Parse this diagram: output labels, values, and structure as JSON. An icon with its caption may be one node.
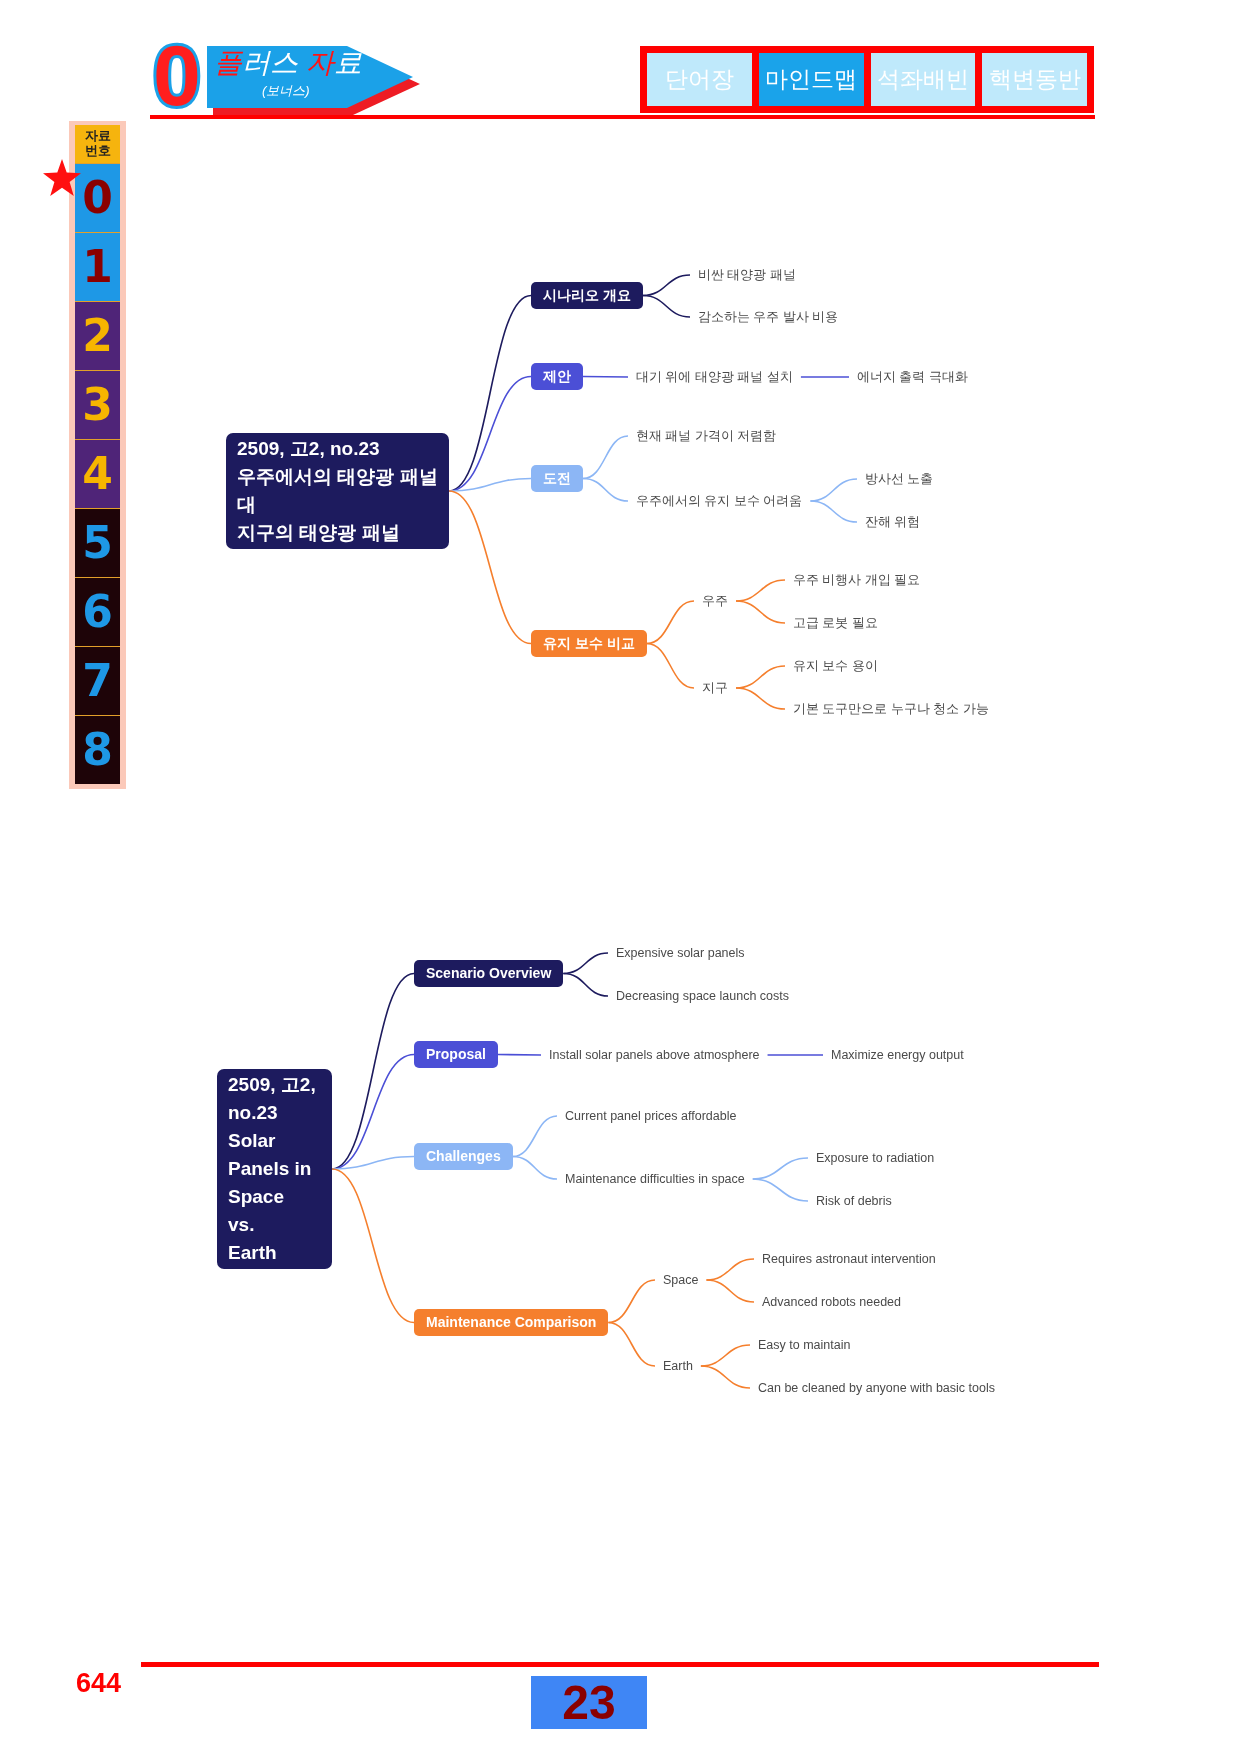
{
  "diagram": {
    "nodes": [
      {
        "text": [
          "2509, 고2, no.23",
          "우주에서의 태양광 패널",
          "대",
          "지구의 태양광 패널"
        ]
      },
      {
        "text": [
          "시나리오 개요"
        ]
      },
      {
        "text": [
          "비싼 태양광 패널"
        ]
      },
      {
        "text": [
          "감소하는 우주 발사 비용"
        ]
      },
      {
        "text": [
          "제안"
        ]
      },
      {
        "text": [
          "대기 위에 태양광 패널 설치"
        ]
      },
      {
        "text": [
          "에너지 출력 극대화"
        ]
      },
      {
        "text": [
          "도전"
        ]
      },
      {
        "text": [
          "현재 패널 가격이 저렴함"
        ]
      },
      {
        "text": [
          "우주에서의 유지 보수 어려움"
        ]
      },
      {
        "text": [
          "방사선 노출"
        ]
      },
      {
        "text": [
          "잔해 위험"
        ]
      },
      {
        "text": [
          "유지 보수 비교"
        ]
      },
      {
        "text": [
          "우주"
        ]
      },
      {
        "text": [
          "우주 비행사 개입 필요"
        ]
      },
      {
        "text": [
          "고급 로봇 필요"
        ]
      },
      {
        "text": [
          "지구"
        ]
      },
      {
        "text": [
          "유지 보수 용이"
        ]
      },
      {
        "text": [
          "기본 도구만으로 누구나 청소 가능"
        ]
      },
      {
        "text": [
          "2509, 고2, no.23",
          "Solar Panels in Space",
          "vs.",
          "Earth"
        ]
      },
      {
        "text": [
          "Scenario Overview"
        ]
      },
      {
        "text": [
          "Expensive solar panels"
        ]
      },
      {
        "text": [
          "Decreasing space launch costs"
        ]
      },
      {
        "text": [
          "Proposal"
        ]
      },
      {
        "text": [
          "Install solar panels above atmosphere"
        ]
      },
      {
        "text": [
          "Maximize energy output"
        ]
      },
      {
        "text": [
          "Challenges"
        ]
      },
      {
        "text": [
          "Current panel prices affordable"
        ]
      },
      {
        "text": [
          "Maintenance difficulties in space"
        ]
      },
      {
        "text": [
          "Exposure to radiation"
        ]
      },
      {
        "text": [
          "Risk of debris"
        ]
      },
      {
        "text": [
          "Maintenance Comparison"
        ]
      },
      {
        "text": [
          "Space"
        ]
      },
      {
        "text": [
          "Requires astronaut intervention"
        ]
      },
      {
        "text": [
          "Advanced robots needed"
        ]
      },
      {
        "text": [
          "Earth"
        ]
      },
      {
        "text": [
          "Easy to maintain"
        ]
      },
      {
        "text": [
          "Can be cleaned by anyone with basic tools"
        ]
      }
    ],
    "edges": [
      {
        "from": 0,
        "to": 1,
        "arrow": "none",
        "color": "#1d1b5e"
      },
      {
        "from": 0,
        "to": 4,
        "arrow": "none",
        "color": "#4b4fd6"
      },
      {
        "from": 0,
        "to": 7,
        "arrow": "none",
        "color": "#8cb6f5"
      },
      {
        "from": 0,
        "to": 12,
        "arrow": "none"
      },
      {
        "from": 1,
        "to": 2,
        "arrow": "none",
        "color": "#1d1b5e"
      },
      {
        "from": 1,
        "to": 3,
        "arrow": "none",
        "color": "#1d1b5e"
      },
      {
        "from": 4,
        "to": 5,
        "arrow": "none",
        "color": "#4b4fd6"
      },
      {
        "from": 5,
        "to": 6,
        "arrow": "none",
        "color": "#4b4fd6"
      },
      {
        "from": 7,
        "to": 8,
        "arrow": "none",
        "color": "#8cb6f5"
      },
      {
        "from": 7,
        "to": 9,
        "arrow": "none",
        "color": "#8cb6f5"
      },
      {
        "from": 9,
        "to": 10,
        "arrow": "none",
        "color": "#8cb6f5"
      },
      {
        "from": 9,
        "to": 11,
        "arrow": "none",
        "color": "#8cb6f5"
      },
      {
        "from": 12,
        "to": 13,
        "arrow": "none"
      },
      {
        "from": 12,
        "to": 16,
        "arrow": "none"
      },
      {
        "from": 13,
        "to": 14,
        "arrow": "none"
      },
      {
        "from": 13,
        "to": 15,
        "arrow": "none"
      },
      {
        "from": 16,
        "to": 17,
        "arrow": "none"
      },
      {
        "from": 16,
        "to": 18,
        "arrow": "none"
      },
      {
        "from": 19,
        "to": 20,
        "arrow": "none",
        "color": "#1d1b5e"
      },
      {
        "from": 19,
        "to": 23,
        "arrow": "none",
        "color": "#4b4fd6"
      },
      {
        "from": 19,
        "to": 26,
        "arrow": "none",
        "color": "#8cb6f5"
      },
      {
        "from": 19,
        "to": 31,
        "arrow": "none"
      },
      {
        "from": 20,
        "to": 21,
        "arrow": "none",
        "color": "#1d1b5e"
      },
      {
        "from": 20,
        "to": 22,
        "arrow": "none",
        "color": "#1d1b5e"
      },
      {
        "from": 23,
        "to": 24,
        "arrow": "none",
        "color": "#4b4fd6"
      },
      {
        "from": 24,
        "to": 25,
        "arrow": "none",
        "color": "#4b4fd6"
      },
      {
        "from": 26,
        "to": 27,
        "arrow": "none",
        "color": "#8cb6f5"
      },
      {
        "from": 26,
        "to": 28,
        "arrow": "none",
        "color": "#8cb6f5"
      },
      {
        "from": 28,
        "to": 29,
        "arrow": "none",
        "color": "#8cb6f5"
      },
      {
        "from": 28,
        "to": 30,
        "arrow": "none",
        "color": "#8cb6f5"
      },
      {
        "from": 31,
        "to": 32,
        "arrow": "none"
      },
      {
        "from": 31,
        "to": 35,
        "arrow": "none"
      },
      {
        "from": 32,
        "to": 33,
        "arrow": "none"
      },
      {
        "from": 32,
        "to": 34,
        "arrow": "none"
      },
      {
        "from": 35,
        "to": 36,
        "arrow": "none"
      },
      {
        "from": 35,
        "to": 37,
        "arrow": "none"
      }
    ],
    "labels": [
      "0",
      "플러스 자료",
      "(보너스)",
      "단어장",
      "마인드맵",
      "석좌배빈",
      "핵변동반",
      "자료 번호",
      "0",
      "1",
      "2",
      "3",
      "4",
      "5",
      "6",
      "7",
      "8",
      "644",
      "23"
    ]
  }
}
